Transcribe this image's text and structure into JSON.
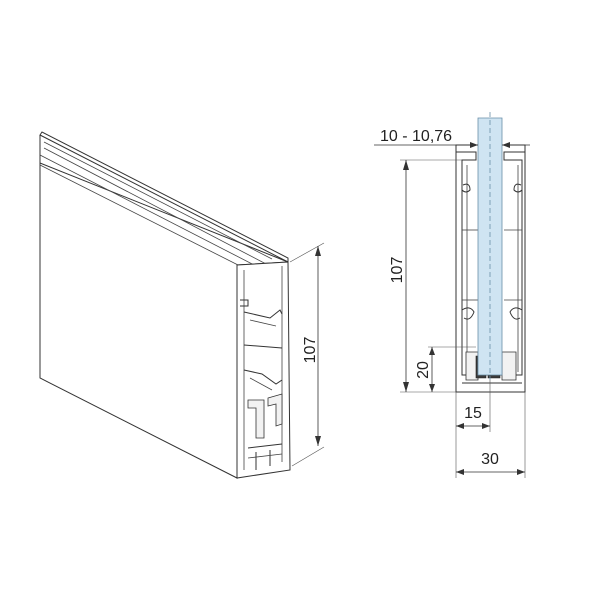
{
  "drawing": {
    "iso_view": {
      "height_label": "107"
    },
    "section_view": {
      "glass_label": "10 - 10,76",
      "height_label": "107",
      "base_label": "20",
      "inner_width_label": "15",
      "width_label": "30"
    }
  }
}
